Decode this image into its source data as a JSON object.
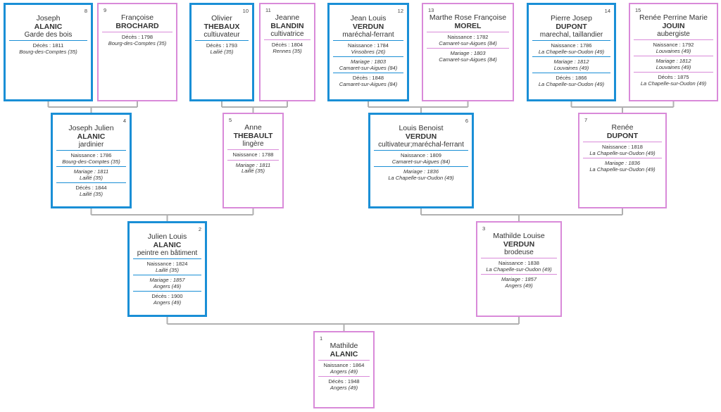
{
  "persons": [
    {
      "id": "p8",
      "num": "8",
      "given": "Joseph",
      "surname": "ALANIC",
      "job": "Garde des bois",
      "sex": "m",
      "events": [
        {
          "label": "Décès : 1811",
          "place": "Bourg-des-Comptes (35)"
        }
      ]
    },
    {
      "id": "p9",
      "num": "9",
      "given": "Françoise",
      "surname": "BROCHARD",
      "job": "",
      "sex": "f",
      "events": [
        {
          "label": "Décès : 1798",
          "place": "Bourg-des-Comptes (35)"
        }
      ]
    },
    {
      "id": "p10",
      "num": "10",
      "given": "Olivier",
      "surname": "THEBAUX",
      "job": "cultiuvateur",
      "sex": "m",
      "events": [
        {
          "label": "Décès : 1793",
          "place": "Lailié (35)"
        }
      ]
    },
    {
      "id": "p11",
      "num": "11",
      "given": "Jeanne",
      "surname": "BLANDIN",
      "job": "cultivatrice",
      "sex": "f",
      "events": [
        {
          "label": "Décès : 1804",
          "place": "Rennes (35)"
        }
      ]
    },
    {
      "id": "p12",
      "num": "12",
      "given": "Jean Louis",
      "surname": "VERDUN",
      "job": "maréchal-ferrant",
      "sex": "m",
      "events": [
        {
          "label": "Naissance : 1784",
          "place": "Vinsobres (26)"
        },
        {
          "label": "Mariage : 1803",
          "place": "Camaret-sur-Aigues (84)",
          "italic": true
        },
        {
          "label": "Décès : 1848",
          "place": "Camaret-sur-Aigues (84)"
        }
      ]
    },
    {
      "id": "p13",
      "num": "13",
      "given": "Marthe Rose Françoise",
      "surname": "MOREL",
      "job": "",
      "sex": "f",
      "events": [
        {
          "label": "Naissance : 1782",
          "place": "Camaret-sur-Aigues (84)"
        },
        {
          "label": "Mariage : 1803",
          "place": "Camaret-sur-Aigues (84)",
          "italic": true
        }
      ]
    },
    {
      "id": "p14",
      "num": "14",
      "given": "Pierre Josep",
      "surname": "DUPONT",
      "job": "marechal, taillandier",
      "sex": "m",
      "events": [
        {
          "label": "Naissance : 1786",
          "place": "La Chapelle-sur-Oudon (49)"
        },
        {
          "label": "Mariage : 1812",
          "place": "Louvaines (49)",
          "italic": true
        },
        {
          "label": "Décès : 1866",
          "place": "La Chapelle-sur-Oudon (49)"
        }
      ]
    },
    {
      "id": "p15",
      "num": "15",
      "given": "Renée Perrine Marie",
      "surname": "JOUIN",
      "job": "aubergiste",
      "sex": "f",
      "events": [
        {
          "label": "Naissance : 1792",
          "place": "Louvaines (49)"
        },
        {
          "label": "Mariage : 1812",
          "place": "Louvaines (49)",
          "italic": true
        },
        {
          "label": "Décès : 1875",
          "place": "La Chapelle-sur-Oudon (49)"
        }
      ]
    },
    {
      "id": "p4",
      "num": "4",
      "given": "Joseph Julien",
      "surname": "ALANIC",
      "job": "jardinier",
      "sex": "m",
      "events": [
        {
          "label": "Naissance : 1786",
          "place": "Bourg-des-Comptes (35)"
        },
        {
          "label": "Mariage : 1811",
          "place": "Laillé (35)",
          "italic": true
        },
        {
          "label": "Décès : 1844",
          "place": "Laillé (35)"
        }
      ]
    },
    {
      "id": "p5",
      "num": "5",
      "given": "Anne",
      "surname": "THEBAULT",
      "job": "lingère",
      "sex": "f",
      "events": [
        {
          "label": "Naissance : 1788",
          "place": ""
        },
        {
          "label": "Mariage : 1811",
          "place": "Laillé (35)",
          "italic": true
        }
      ]
    },
    {
      "id": "p6",
      "num": "6",
      "given": "Louis Benoist",
      "surname": "VERDUN",
      "job": "cultivateur;maréchal-ferrant",
      "sex": "m",
      "events": [
        {
          "label": "Naissance : 1809",
          "place": "Camaret-sur-Aigues (84)"
        },
        {
          "label": "Mariage : 1836",
          "place": "La Chapelle-sur-Oudon (49)",
          "italic": true
        }
      ]
    },
    {
      "id": "p7",
      "num": "7",
      "given": "Renée",
      "surname": "DUPONT",
      "job": "",
      "sex": "f",
      "events": [
        {
          "label": "Naissance : 1818",
          "place": "La Chapelle-sur-Oudon (49)"
        },
        {
          "label": "Mariage : 1836",
          "place": "La Chapelle-sur-Oudon (49)",
          "italic": true
        }
      ]
    },
    {
      "id": "p2",
      "num": "2",
      "given": "Julien Louis",
      "surname": "ALANIC",
      "job": "peintre en bâtiment",
      "sex": "m",
      "events": [
        {
          "label": "Naissance : 1824",
          "place": "Laillé (35)"
        },
        {
          "label": "Mariage : 1857",
          "place": "Angers (49)",
          "italic": true
        },
        {
          "label": "Décès : 1900",
          "place": "Angers (49)"
        }
      ]
    },
    {
      "id": "p3",
      "num": "3",
      "given": "Mathilde Louise",
      "surname": "VERDUN",
      "job": "brodeuse",
      "sex": "f",
      "events": [
        {
          "label": "Naissance : 1838",
          "place": "La Chapelle-sur-Oudon (49)"
        },
        {
          "label": "Mariage : 1857",
          "place": "Angers (49)",
          "italic": true
        }
      ]
    },
    {
      "id": "p1",
      "num": "1",
      "given": "Mathilde",
      "surname": "ALANIC",
      "job": "",
      "sex": "f",
      "events": [
        {
          "label": "Naissance : 1864",
          "place": "Angers (49)"
        },
        {
          "label": "Décès : 1948",
          "place": "Angers (49)"
        }
      ]
    }
  ],
  "colors": {
    "male_border": "#1a8fd6",
    "female_border": "#d98ad9",
    "connector": "#b0b0b0"
  }
}
